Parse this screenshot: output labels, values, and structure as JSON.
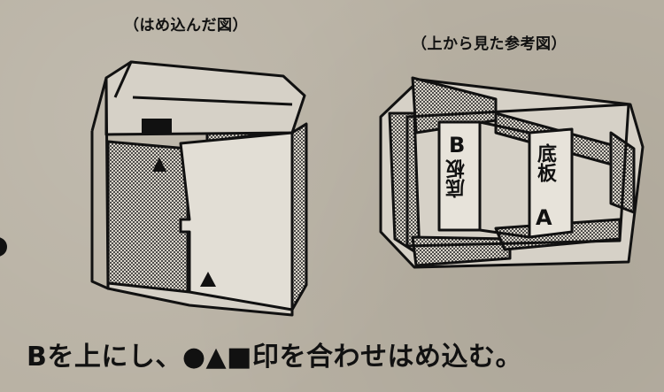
{
  "captions": {
    "left": "（はめ込んだ図）",
    "right": "（上から見た参考図）"
  },
  "labels": {
    "letter_b": "B",
    "text_b": "底板",
    "text_a": "底板",
    "letter_a": "A"
  },
  "instruction": "Bを上にし、●▲■印を合わせはめ込む。",
  "colors": {
    "paper": "#b8b1a3",
    "ink": "#111111",
    "panel": "#d6d1c7"
  },
  "icons": {
    "triangle_mark": "triangle-icon",
    "square_mark": "square-icon",
    "circle_mark": "circle-icon"
  }
}
